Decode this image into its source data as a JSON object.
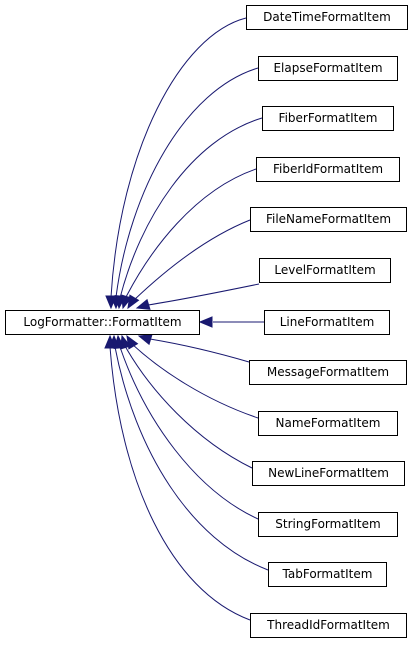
{
  "base_class": {
    "label": "LogFormatter::FormatItem"
  },
  "derived_classes": [
    {
      "label": "DateTimeFormatItem"
    },
    {
      "label": "ElapseFormatItem"
    },
    {
      "label": "FiberFormatItem"
    },
    {
      "label": "FiberIdFormatItem"
    },
    {
      "label": "FileNameFormatItem"
    },
    {
      "label": "LevelFormatItem"
    },
    {
      "label": "LineFormatItem"
    },
    {
      "label": "MessageFormatItem"
    },
    {
      "label": "NameFormatItem"
    },
    {
      "label": "NewLineFormatItem"
    },
    {
      "label": "StringFormatItem"
    },
    {
      "label": "TabFormatItem"
    },
    {
      "label": "ThreadIdFormatItem"
    }
  ],
  "colors": {
    "edge": "#191970",
    "node_border": "#000000",
    "node_fill": "#ffffff",
    "text": "#000000"
  }
}
